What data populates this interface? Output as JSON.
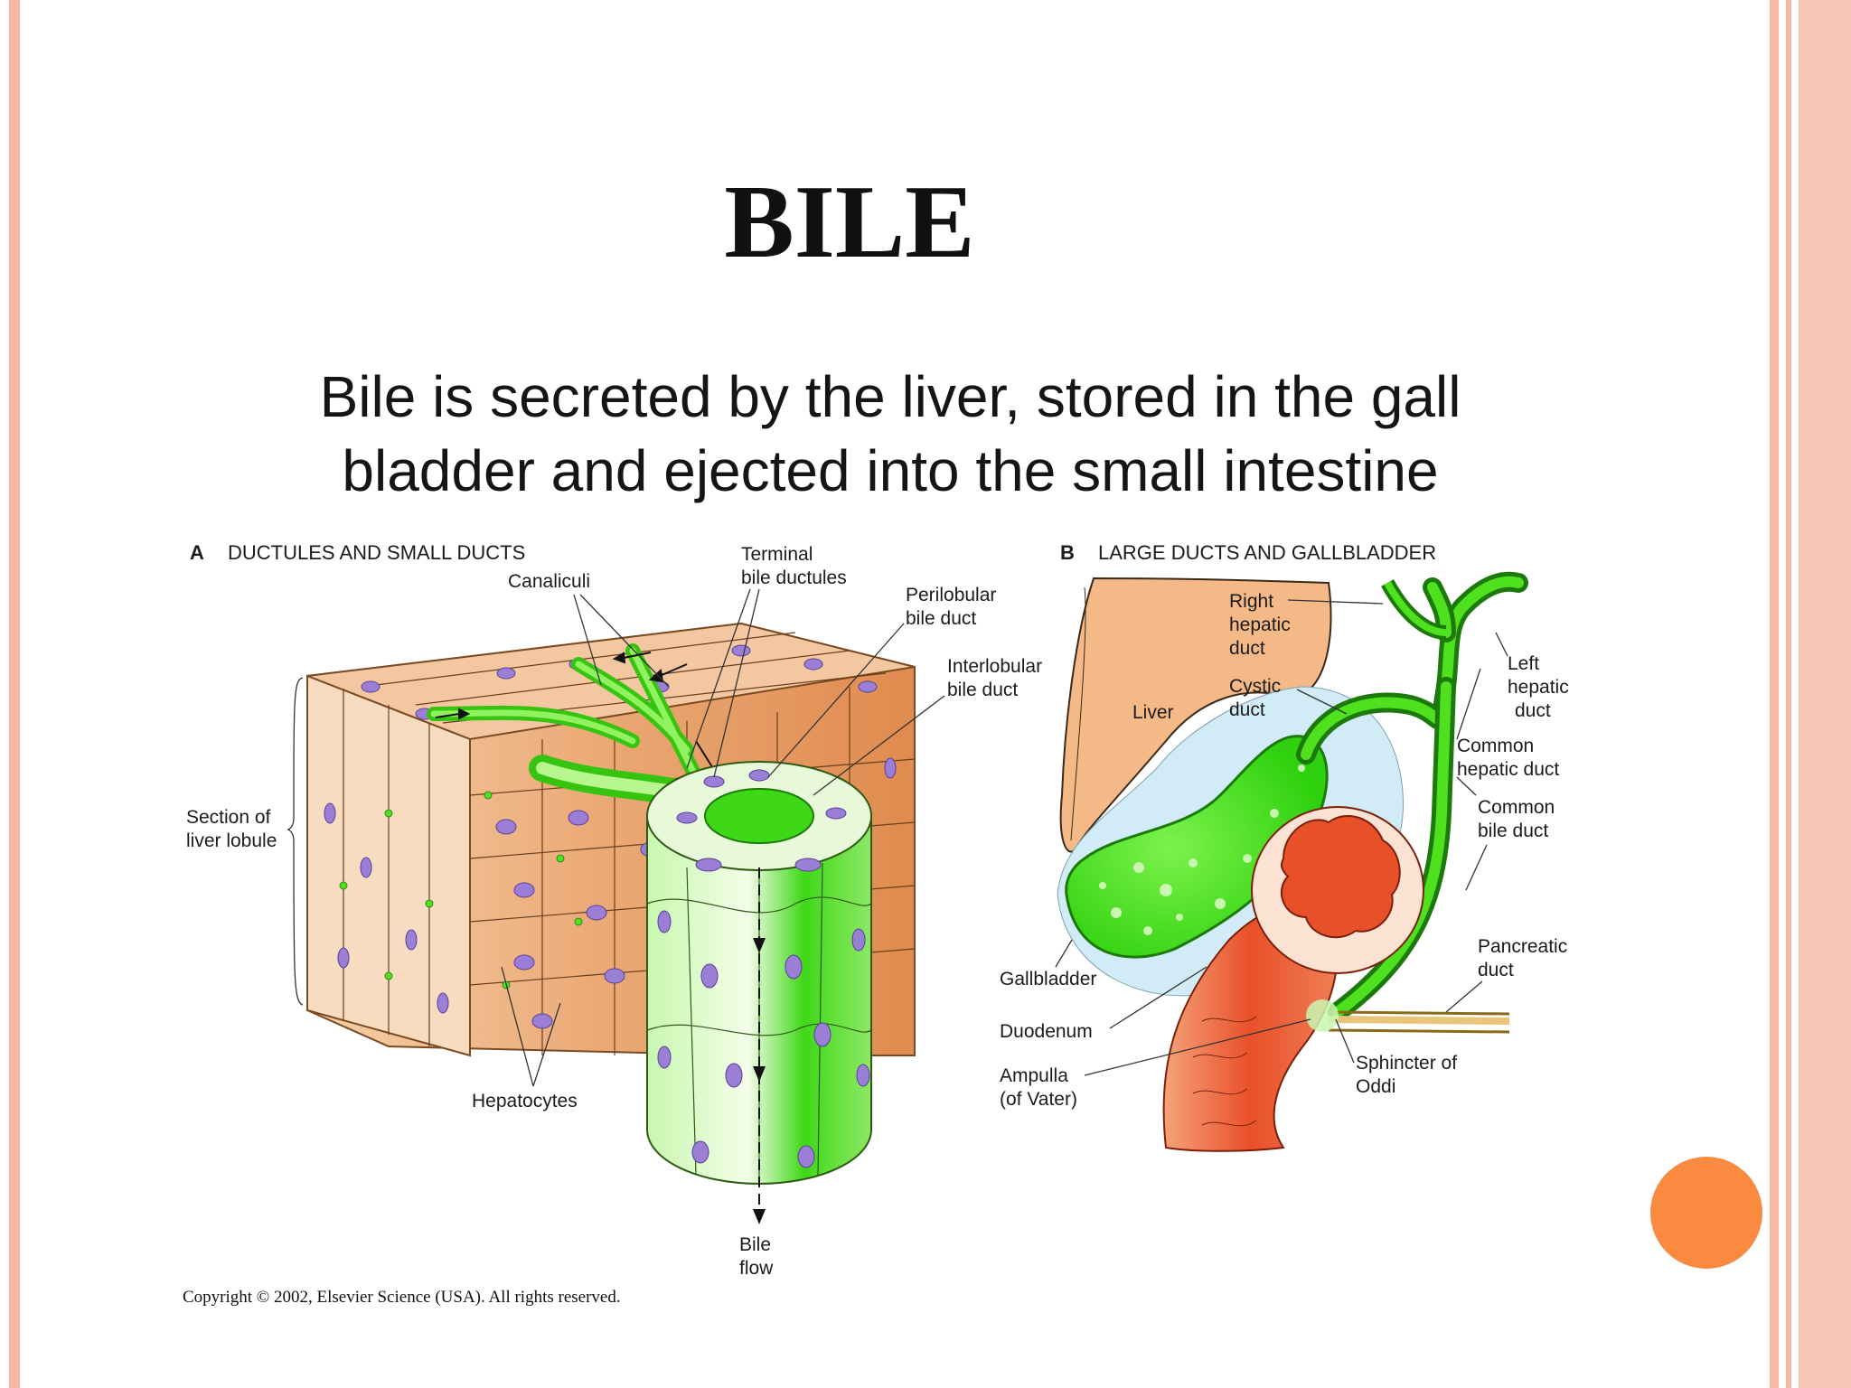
{
  "slide": {
    "title": "BILE",
    "subtitle_line1": "Bile is secreted by the liver, stored in the gall",
    "subtitle_line2": "bladder and ejected into the small intestine"
  },
  "figure_a": {
    "letter": "A",
    "heading": "DUCTULES AND SMALL DUCTS",
    "labels": {
      "canaliculi": "Canaliculi",
      "terminal_1": "Terminal",
      "terminal_2": "bile ductules",
      "perilobular_1": "Perilobular",
      "perilobular_2": "bile duct",
      "interlobular_1": "Interlobular",
      "interlobular_2": "bile duct",
      "section_1": "Section of",
      "section_2": "liver lobule",
      "hepatocytes": "Hepatocytes",
      "bile_1": "Bile",
      "bile_2": "flow"
    }
  },
  "figure_b": {
    "letter": "B",
    "heading": "LARGE DUCTS AND GALLBLADDER",
    "labels": {
      "right_1": "Right",
      "right_2": "hepatic",
      "right_3": "duct",
      "liver": "Liver",
      "cystic_1": "Cystic",
      "cystic_2": "duct",
      "left_1": "Left",
      "left_2": "hepatic",
      "left_3": "duct",
      "common_hepatic_1": "Common",
      "common_hepatic_2": "hepatic duct",
      "common_bile_1": "Common",
      "common_bile_2": "bile duct",
      "pancreatic_1": "Pancreatic",
      "pancreatic_2": "duct",
      "gallbladder": "Gallbladder",
      "duodenum": "Duodenum",
      "ampulla_1": "Ampulla",
      "ampulla_2": "(of Vater)",
      "sphincter_1": "Sphincter of",
      "sphincter_2": "Oddi"
    }
  },
  "copyright": "Copyright © 2002, Elsevier Science (USA).  All rights reserved.",
  "colors": {
    "accent_orange": "#f98a3f",
    "border_pink": "#f7b8a8",
    "duct_green": "#4fe01e",
    "liver_tan": "#eaa874",
    "duodenum_red": "#e8502a"
  }
}
